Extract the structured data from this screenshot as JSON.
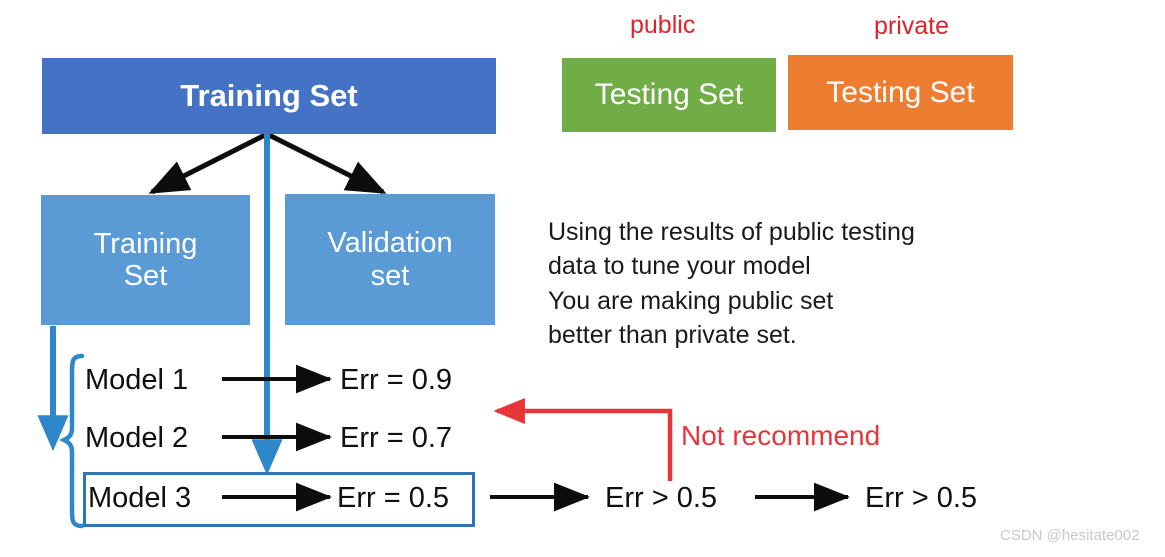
{
  "diagram": {
    "title_boxes": {
      "training_set_main": "Training Set",
      "testing_set_public": "Testing Set",
      "testing_set_private": "Testing Set",
      "training_set_sub": "Training\nSet",
      "validation_set_sub": "Validation\nset"
    },
    "labels": {
      "public": "public",
      "private": "private"
    },
    "explanation": {
      "line1": "Using the results of public testing",
      "line2": "data to tune your model",
      "line3": "You are making public set",
      "line4": "better than private set."
    },
    "models": [
      {
        "name": "Model 1",
        "error": "Err = 0.9"
      },
      {
        "name": "Model 2",
        "error": "Err = 0.7"
      },
      {
        "name": "Model 3",
        "error": "Err = 0.5"
      }
    ],
    "outcomes": {
      "public_result": "Err > 0.5",
      "private_result": "Err > 0.5"
    },
    "annotation": {
      "not_recommend": "Not recommend"
    },
    "watermark": "CSDN @hesitate002",
    "colors": {
      "dark_blue": "#4472C4",
      "light_blue": "#5B9BD5",
      "green": "#70AD47",
      "orange": "#ED7D31",
      "red": "#E0232B",
      "arrow_blue": "#2E87C8",
      "black": "#101010"
    }
  }
}
